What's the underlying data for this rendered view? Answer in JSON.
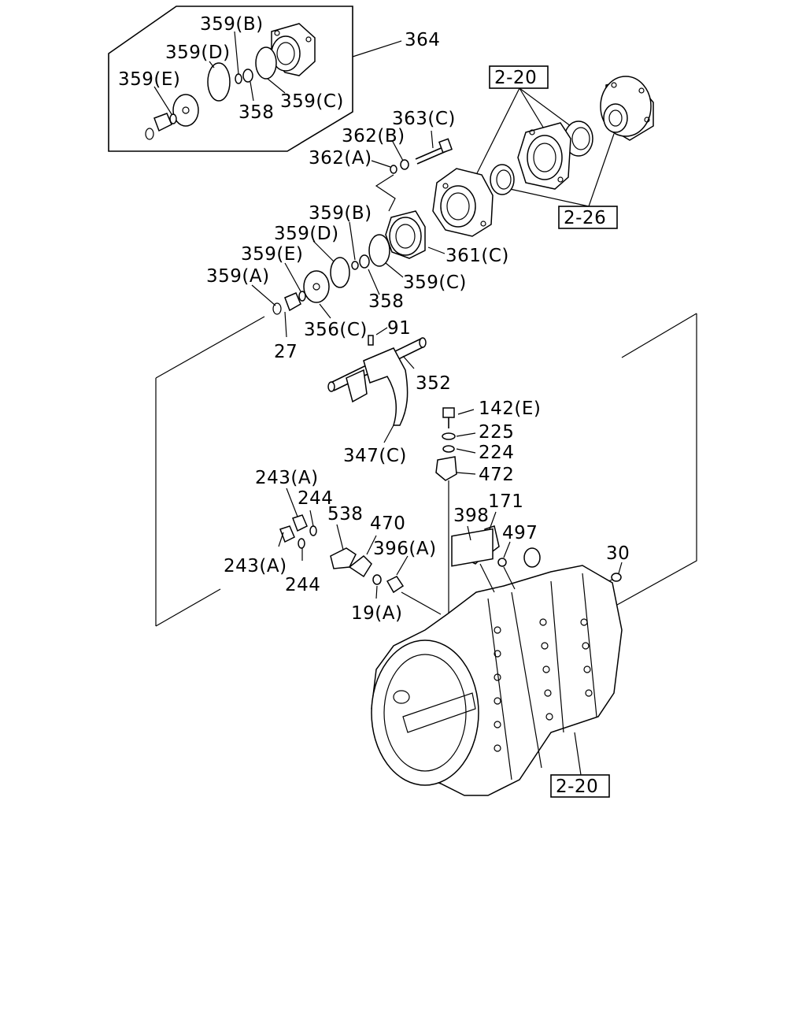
{
  "diagram": {
    "labels": {
      "l364": "364",
      "l359b_top": "359(B)",
      "l359d_top": "359(D)",
      "l359e_top": "359(E)",
      "l358_top": "358",
      "l359c_top": "359(C)",
      "l363c": "363(C)",
      "l362b": "362(B)",
      "l362a": "362(A)",
      "l359b": "359(B)",
      "l359d": "359(D)",
      "l359e": "359(E)",
      "l359a": "359(A)",
      "l361c": "361(C)",
      "l359c": "359(C)",
      "l358": "358",
      "l356c": "356(C)",
      "l27": "27",
      "l91": "91",
      "l352": "352",
      "l347c": "347(C)",
      "l142e": "142(E)",
      "l225": "225",
      "l224": "224",
      "l472": "472",
      "l243a_top": "243(A)",
      "l244_top": "244",
      "l538": "538",
      "l470": "470",
      "l396a": "396(A)",
      "l243a_bot": "243(A)",
      "l244_bot": "244",
      "l19a": "19(A)",
      "l398": "398",
      "l171": "171",
      "l497": "497",
      "l30": "30"
    },
    "refs": {
      "r2_20_top": "2-20",
      "r2_26": "2-26",
      "r2_20_bottom": "2-20"
    }
  }
}
